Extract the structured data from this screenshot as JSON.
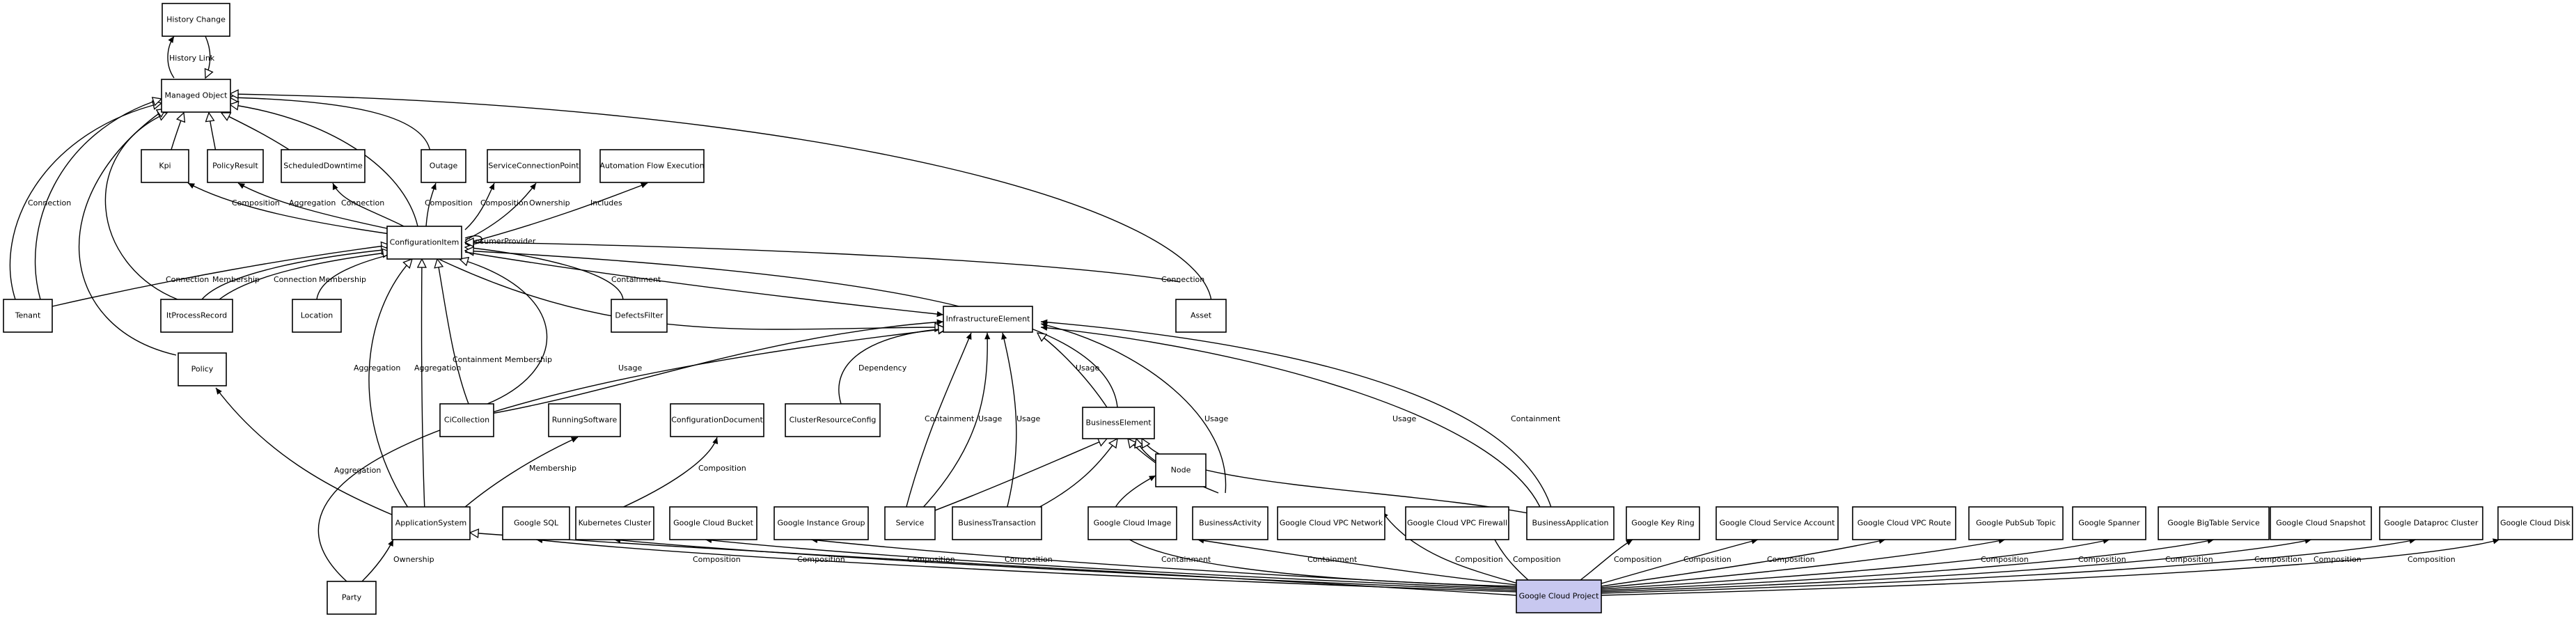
{
  "diagram": {
    "nodes": {
      "history_change": "History Change",
      "managed_object": "Managed Object",
      "kpi": "Kpi",
      "policy_result": "PolicyResult",
      "scheduled_downtime": "ScheduledDowntime",
      "outage": "Outage",
      "service_connection_point": "ServiceConnectionPoint",
      "automation_flow_execution": "Automation Flow Execution",
      "configuration_item": "ConfigurationItem",
      "tenant": "Tenant",
      "itprocess_record": "ItProcessRecord",
      "location": "Location",
      "defects_filter": "DefectsFilter",
      "asset": "Asset",
      "infrastructure_element": "InfrastructureElement",
      "policy": "Policy",
      "ci_collection": "CiCollection",
      "running_software": "RunningSoftware",
      "configuration_document": "ConfigurationDocument",
      "cluster_resource_config": "ClusterResourceConfig",
      "business_element": "BusinessElement",
      "node": "Node",
      "application_system": "ApplicationSystem",
      "google_sql": "Google SQL",
      "kubernetes_cluster": "Kubernetes Cluster",
      "google_cloud_bucket": "Google Cloud Bucket",
      "google_instance_group": "Google Instance Group",
      "service": "Service",
      "business_transaction": "BusinessTransaction",
      "google_cloud_image": "Google Cloud Image",
      "business_activity": "BusinessActivity",
      "google_cloud_vpc_network": "Google Cloud VPC Network",
      "google_cloud_vpc_firewall": "Google Cloud VPC Firewall",
      "business_application": "BusinessApplication",
      "google_key_ring": "Google Key Ring",
      "google_cloud_service_account": "Google Cloud Service Account",
      "google_cloud_vpc_route": "Google Cloud VPC Route",
      "google_pubsub_topic": "Google PubSub Topic",
      "google_spanner": "Google Spanner",
      "google_bigtable_service": "Google BigTable Service",
      "google_cloud_snapshot": "Google Cloud Snapshot",
      "google_dataproc_cluster": "Google Dataproc Cluster",
      "google_cloud_disk": "Google Cloud Disk",
      "party": "Party",
      "google_cloud_project": "Google Cloud Project"
    },
    "edge_labels": {
      "history_link": "History Link",
      "connection": "Connection",
      "composition": "Composition",
      "aggregation": "Aggregation",
      "ownership": "Ownership",
      "includes": "Includes",
      "consumer_provider": "ConsumerProvider",
      "membership": "Membership",
      "containment": "Containment",
      "usage": "Usage",
      "dependency": "Dependency"
    },
    "colors": {
      "highlight_fill": "#c8c8f0",
      "stroke": "#000000"
    }
  }
}
